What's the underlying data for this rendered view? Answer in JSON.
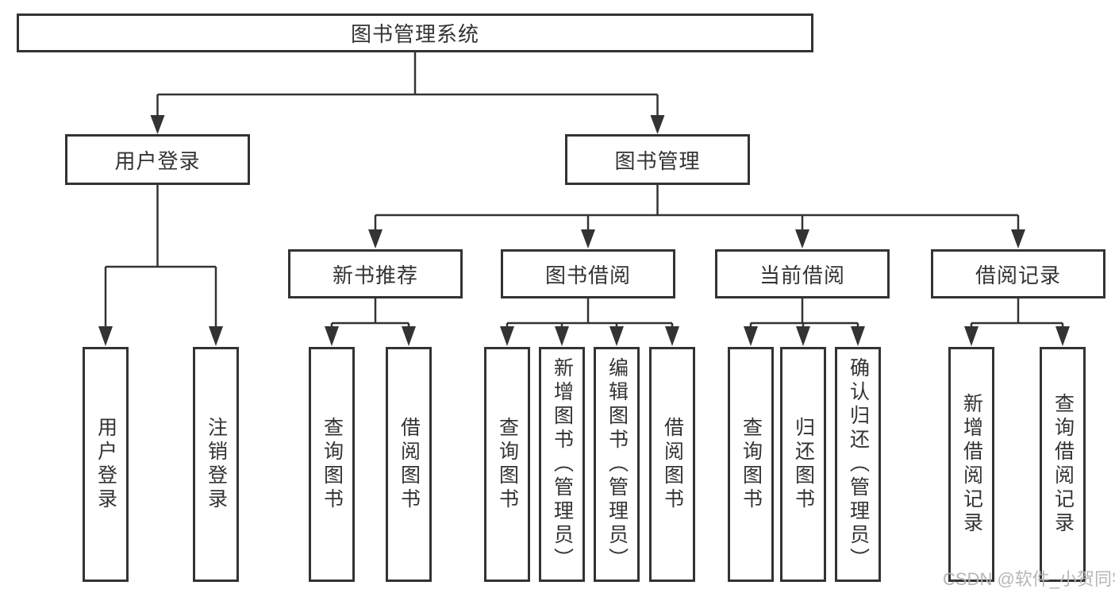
{
  "diagram": {
    "type": "hierarchy-tree",
    "watermark": "CSDN @软件_小贺同学",
    "colors": {
      "line": "#333333",
      "text": "#333333",
      "background": "#ffffff",
      "watermark": "#b3b3b3"
    },
    "structure": {
      "label": "图书管理系统",
      "children": [
        {
          "label": "用户登录",
          "children": [
            {
              "label": "用户登录"
            },
            {
              "label": "注销登录"
            }
          ]
        },
        {
          "label": "图书管理",
          "children": [
            {
              "label": "新书推荐",
              "children": [
                {
                  "label": "查询图书"
                },
                {
                  "label": "借阅图书"
                }
              ]
            },
            {
              "label": "图书借阅",
              "children": [
                {
                  "label": "查询图书"
                },
                {
                  "label": "新增图书（管理员）"
                },
                {
                  "label": "编辑图书（管理员）"
                },
                {
                  "label": "借阅图书"
                }
              ]
            },
            {
              "label": "当前借阅",
              "children": [
                {
                  "label": "查询图书"
                },
                {
                  "label": "归还图书"
                },
                {
                  "label": "确认归还（管理员）"
                }
              ]
            },
            {
              "label": "借阅记录",
              "children": [
                {
                  "label": "新增借阅记录"
                },
                {
                  "label": "查询借阅记录"
                }
              ]
            }
          ]
        }
      ]
    }
  }
}
